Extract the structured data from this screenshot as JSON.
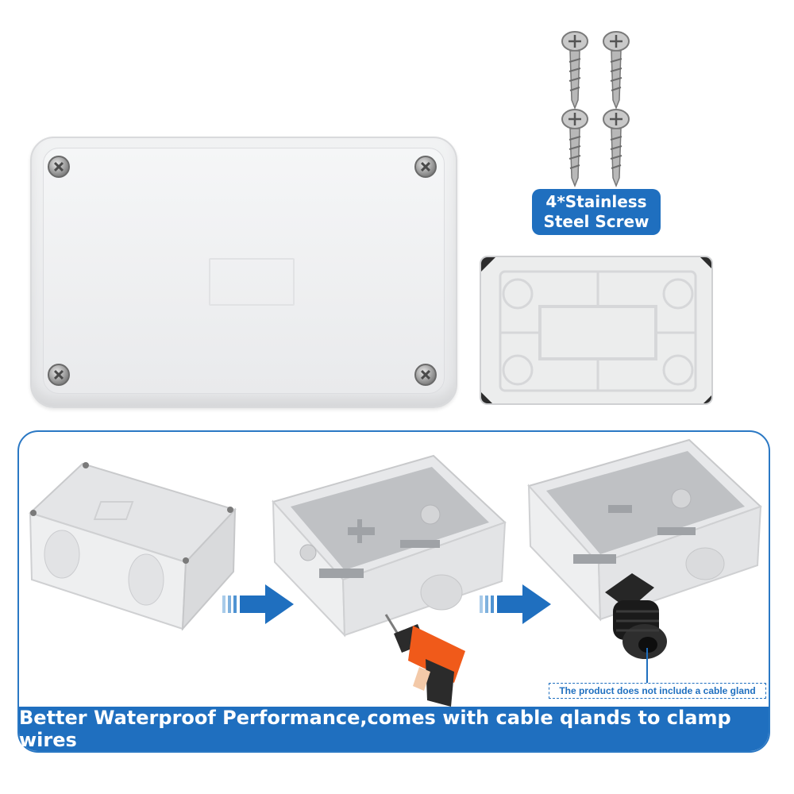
{
  "badge": {
    "line1": "4*Stainless",
    "line2": "Steel Screw"
  },
  "disclaimer": "The product does not include a cable gland",
  "banner": "Better Waterproof Performance,comes with cable qlands to clamp wires",
  "colors": {
    "accent_blue": "#1f6fbf",
    "panel_border": "#2a78c4",
    "drill_orange": "#f05a1a"
  }
}
